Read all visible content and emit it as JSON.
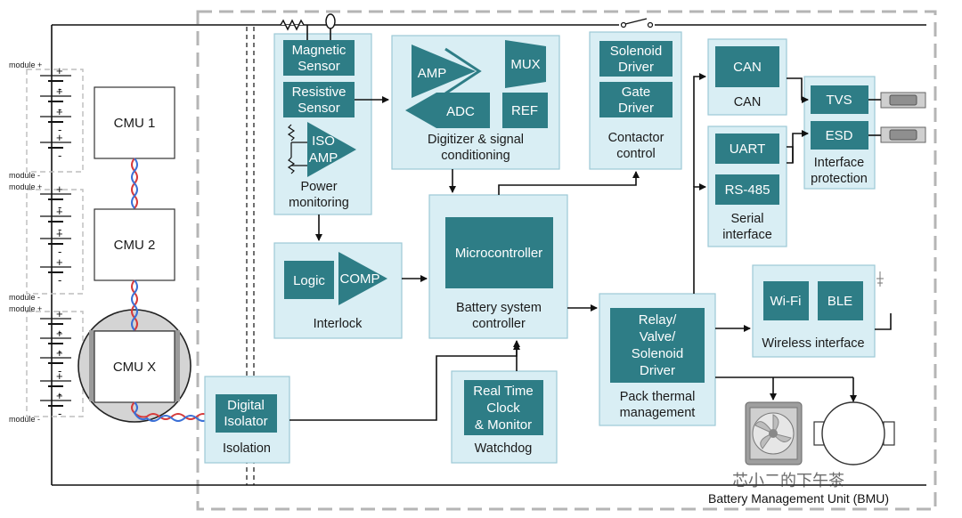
{
  "footer": {
    "bmu_label": "Battery Management Unit (BMU)",
    "watermark": "芯小二的下午茶"
  },
  "modules": {
    "plus": "module +",
    "minus": "module -",
    "labels": [
      {
        "text": "module +"
      },
      {
        "text": "module -"
      },
      {
        "text": "module +"
      },
      {
        "text": "module -"
      },
      {
        "text": "module +"
      },
      {
        "text": "module -"
      }
    ],
    "cells": [
      "+",
      "-"
    ]
  },
  "cmus": [
    "CMU 1",
    "CMU 2",
    "CMU X"
  ],
  "blocks": {
    "isolation": {
      "inner": [
        "Digital",
        "Isolator"
      ],
      "caption": "Isolation"
    },
    "power": {
      "magnetic": [
        "Magnetic",
        "Sensor"
      ],
      "resistive": [
        "Resistive",
        "Sensor"
      ],
      "iso": [
        "ISO",
        "AMP"
      ],
      "caption": [
        "Power",
        "monitoring"
      ]
    },
    "digitizer": {
      "amp": "AMP",
      "mux": "MUX",
      "adc": "ADC",
      "ref": "REF",
      "caption": [
        "Digitizer & signal",
        "conditioning"
      ]
    },
    "contactor": {
      "solenoid": [
        "Solenoid",
        "Driver"
      ],
      "gate": [
        "Gate",
        "Driver"
      ],
      "caption": [
        "Contactor",
        "control"
      ]
    },
    "can": {
      "inner": "CAN",
      "caption": "CAN"
    },
    "serial": {
      "uart": "UART",
      "rs485": "RS-485",
      "caption": [
        "Serial",
        "interface"
      ]
    },
    "protection": {
      "tvs": "TVS",
      "esd": "ESD",
      "caption": [
        "Interface",
        "protection"
      ]
    },
    "interlock": {
      "logic": "Logic",
      "comp": "COMP",
      "caption": "Interlock"
    },
    "controller": {
      "inner": "Microcontroller",
      "caption": [
        "Battery system",
        "controller"
      ]
    },
    "watchdog": {
      "inner": [
        "Real Time",
        "Clock",
        "& Monitor"
      ],
      "caption": "Watchdog"
    },
    "thermal": {
      "inner": [
        "Relay/",
        "Valve/",
        "Solenoid",
        "Driver"
      ],
      "caption": [
        "Pack thermal",
        "management"
      ]
    },
    "wireless": {
      "wifi": "Wi-Fi",
      "ble": "BLE",
      "caption": "Wireless interface"
    }
  },
  "colors": {
    "panel": "#d9eef4",
    "block": "#2e7d86",
    "border": "#b5b5b5"
  }
}
